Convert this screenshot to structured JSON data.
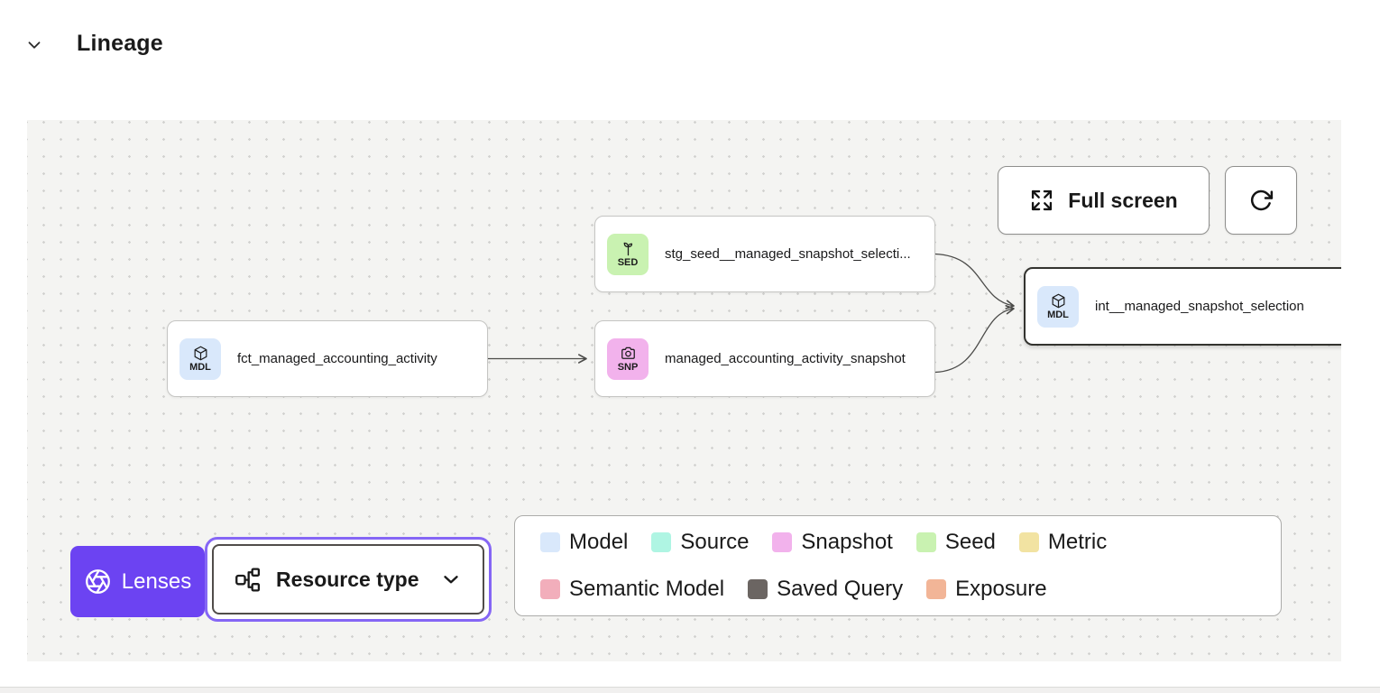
{
  "header": {
    "title": "Lineage"
  },
  "toolbar": {
    "full_screen_label": "Full screen"
  },
  "colors": {
    "accent_purple": "#6c43f2",
    "focus_ring": "#8566f5",
    "edge": "#4b4b49",
    "model": "#d9e8fb",
    "seed": "#c9f2b1",
    "snapshot": "#f2b2ec"
  },
  "nodes": [
    {
      "badge": "MDL",
      "type": "model",
      "label": "fct_managed_accounting_activity"
    },
    {
      "badge": "SED",
      "type": "seed",
      "label": "stg_seed__managed_snapshot_selecti..."
    },
    {
      "badge": "SNP",
      "type": "snapshot",
      "label": "managed_accounting_activity_snapshot"
    },
    {
      "badge": "MDL",
      "type": "model",
      "label": "int__managed_snapshot_selection",
      "selected": true
    }
  ],
  "lenses": {
    "label": "Lenses"
  },
  "resource_type": {
    "label": "Resource type"
  },
  "legend": {
    "items": [
      {
        "label": "Model",
        "color": "#d9e8fb"
      },
      {
        "label": "Source",
        "color": "#aff5e3"
      },
      {
        "label": "Snapshot",
        "color": "#f2b2ec"
      },
      {
        "label": "Seed",
        "color": "#c9f2b1"
      },
      {
        "label": "Metric",
        "color": "#f2e3a2"
      },
      {
        "label": "Semantic Model",
        "color": "#f2aebb"
      },
      {
        "label": "Saved Query",
        "color": "#6b6562"
      },
      {
        "label": "Exposure",
        "color": "#f2b597"
      }
    ]
  }
}
